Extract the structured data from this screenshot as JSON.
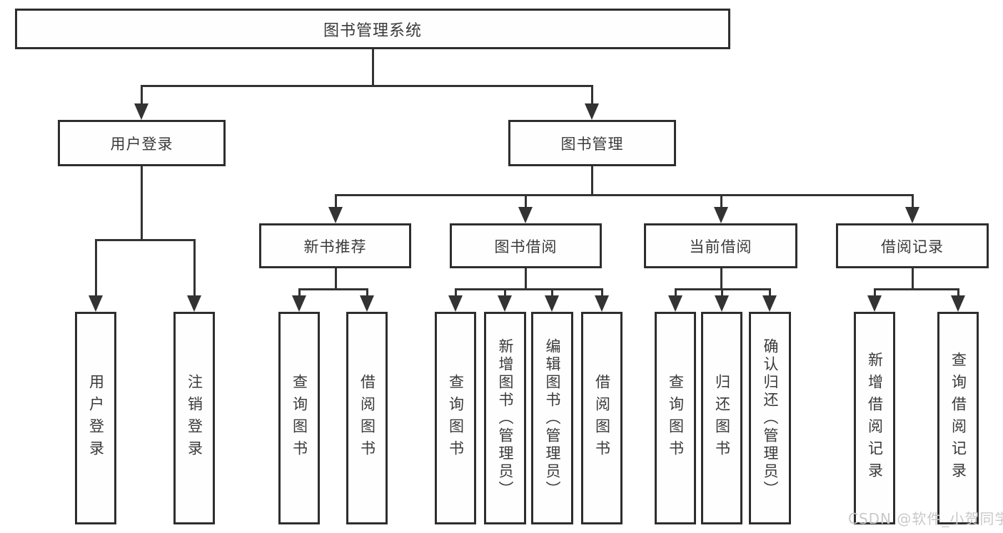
{
  "watermark": "CSDN @软件_小贺同学",
  "colors": {
    "line": "#333333",
    "node_border": "#2e2e2e",
    "node_text": "#3a3a3c",
    "watermark_text": "#c9c9c9",
    "background": "#ffffff"
  },
  "tree": {
    "label": "图书管理系统",
    "children": [
      {
        "label": "用户登录",
        "children": [
          {
            "label": "用户登录"
          },
          {
            "label": "注销登录"
          }
        ]
      },
      {
        "label": "图书管理",
        "children": [
          {
            "label": "新书推荐",
            "children": [
              {
                "label": "查询图书"
              },
              {
                "label": "借阅图书"
              }
            ]
          },
          {
            "label": "图书借阅",
            "children": [
              {
                "label": "查询图书"
              },
              {
                "label": "新增图书（管理员）"
              },
              {
                "label": "编辑图书（管理员）"
              },
              {
                "label": "借阅图书"
              }
            ]
          },
          {
            "label": "当前借阅",
            "children": [
              {
                "label": "查询图书"
              },
              {
                "label": "归还图书"
              },
              {
                "label": "确认归还（管理员）"
              }
            ]
          },
          {
            "label": "借阅记录",
            "children": [
              {
                "label": "新增借阅记录"
              },
              {
                "label": "查询借阅记录"
              }
            ]
          }
        ]
      }
    ]
  }
}
